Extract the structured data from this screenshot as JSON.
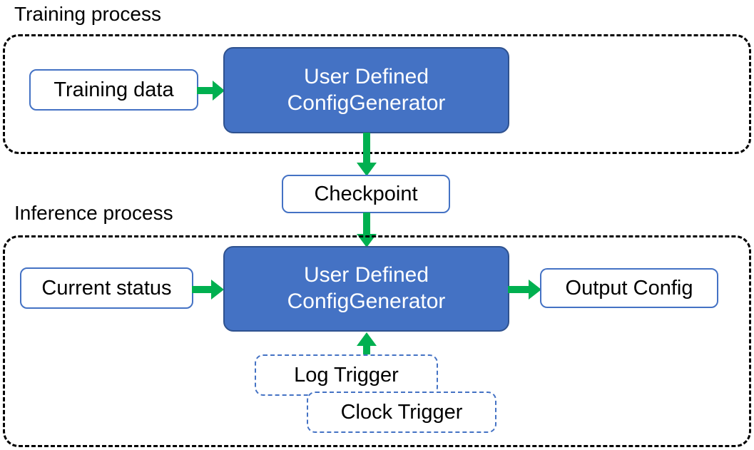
{
  "diagram": {
    "title_visible": false,
    "colors": {
      "process_fill": "#4472C4",
      "process_border": "#2F528F",
      "node_border": "#4472C4",
      "arrow_green": "#00B050",
      "group_border": "#000000",
      "text_dark": "#000000",
      "text_light": "#FFFFFF"
    },
    "sections": [
      {
        "id": "training",
        "label": "Training process"
      },
      {
        "id": "inference",
        "label": "Inference process"
      }
    ],
    "nodes": {
      "training_data": "Training data",
      "generator_training_line1": "User Defined",
      "generator_training_line2": "ConfigGenerator",
      "checkpoint": "Checkpoint",
      "current_status": "Current status",
      "generator_inference_line1": "User Defined",
      "generator_inference_line2": "ConfigGenerator",
      "output_config": "Output Config",
      "log_trigger": "Log Trigger",
      "clock_trigger": "Clock Trigger"
    },
    "arrows": [
      {
        "id": "training-data-to-generator",
        "from": "Training data",
        "to": "User Defined ConfigGenerator",
        "direction": "right"
      },
      {
        "id": "generator-to-checkpoint",
        "from": "User Defined ConfigGenerator",
        "to": "Checkpoint",
        "direction": "down"
      },
      {
        "id": "checkpoint-to-generator",
        "from": "Checkpoint",
        "to": "User Defined ConfigGenerator",
        "direction": "down"
      },
      {
        "id": "current-status-to-generator",
        "from": "Current status",
        "to": "User Defined ConfigGenerator",
        "direction": "right"
      },
      {
        "id": "generator-to-output-config",
        "from": "User Defined ConfigGenerator",
        "to": "Output Config",
        "direction": "right"
      },
      {
        "id": "trigger-to-generator",
        "from": "Log Trigger / Clock Trigger",
        "to": "User Defined ConfigGenerator",
        "direction": "up"
      }
    ]
  }
}
